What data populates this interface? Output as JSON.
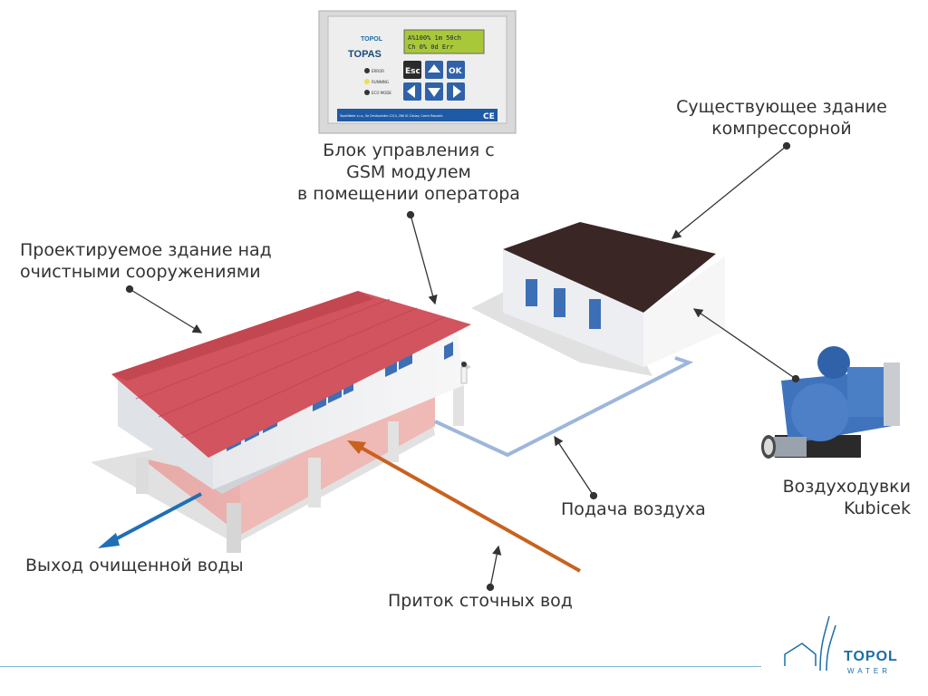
{
  "labels": {
    "control_unit": [
      "Блок управления с",
      "GSM модулем",
      "в помещении оператора"
    ],
    "existing_building": [
      "Существующее здание",
      "компрессорной"
    ],
    "designed_building": [
      "Проектируемое здание над",
      "очистными сооружениями"
    ],
    "blowers": [
      "Воздуходувки",
      "Kubicek"
    ],
    "air_supply": "Подача воздуха",
    "clean_water_outlet": "Выход очищенной воды",
    "wastewater_inflow": "Приток сточных вод"
  },
  "control_panel": {
    "brand_small": "TOPOL",
    "brand": "TOPAS",
    "lcd_line1": "A%100% 1m  50ch",
    "lcd_line2": "Ch 0% 0d Err",
    "indicators": [
      "ERROR",
      "RUNNING",
      "ECO MODE"
    ],
    "buttons": {
      "esc": "Esc",
      "ok": "OK"
    },
    "footer_text": "TopolWater s.r.o., Ke Dmrkovinám 1214, 286 01 Čáslav, Czech Republic",
    "ce_mark": "CE"
  },
  "logo": {
    "name": "TOPOL",
    "sub": "WATER"
  },
  "colors": {
    "roof_red": "#d2545e",
    "outlet_arrow": "#1f6fb5",
    "inflow_arrow": "#c8621e",
    "air_pipe": "#9db6dc",
    "brand_blue": "#1a6ea8"
  }
}
